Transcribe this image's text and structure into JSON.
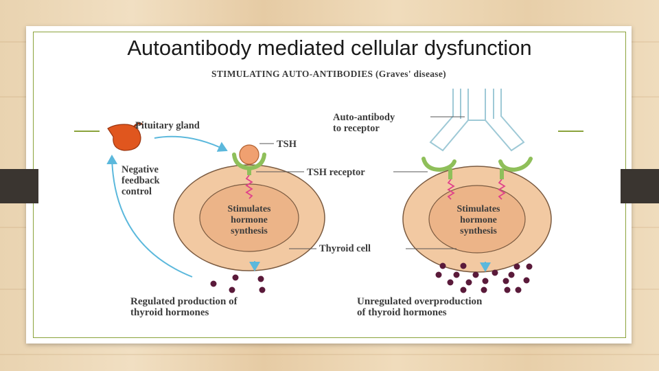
{
  "slide": {
    "title": "Autoantibody mediated cellular dysfunction"
  },
  "figure": {
    "header": "STIMULATING AUTO-ANTIBODIES (Graves' disease)",
    "labels": {
      "pituitary_gland": "Pituitary gland",
      "tsh": "TSH",
      "negative_feedback": [
        "Negative",
        "feedback",
        "control"
      ],
      "auto_antibody": [
        "Auto-antibody",
        "to receptor"
      ],
      "tsh_receptor": "TSH receptor",
      "cell_left": [
        "Stimulates",
        "hormone",
        "synthesis"
      ],
      "cell_right": [
        "Stimulates",
        "hormone",
        "synthesis"
      ],
      "thyroid_cell": "Thyroid cell",
      "regulated": [
        "Regulated production of",
        "thyroid hormones"
      ],
      "unregulated": [
        "Unregulated overproduction",
        "of thyroid hormones"
      ]
    },
    "colors": {
      "cell_outer": "#f2c9a2",
      "cell_inner": "#ecb488",
      "receptor": "#8fbf5a",
      "tsh": "#f0a070",
      "pituitary": "#e0561e",
      "antibody": "#9ec9d6",
      "arrow": "#5bb8dc",
      "signal": "#e0408a",
      "hormone": "#5a1a3a"
    }
  }
}
